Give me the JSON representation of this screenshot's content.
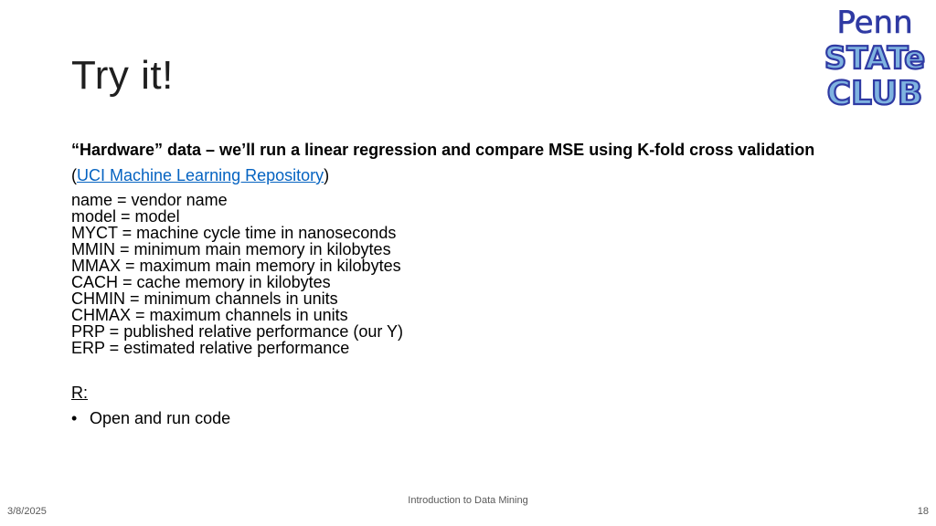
{
  "slide": {
    "title": "Try it!",
    "heading": "“Hardware” data – we’ll run a linear regression and compare MSE using K-fold cross validation",
    "source_open": "(",
    "source_link": "UCI Machine Learning Repository",
    "source_close": ")",
    "variables": [
      "name = vendor name",
      "model = model",
      "MYCT = machine cycle time in nanoseconds",
      "MMIN = minimum main memory in kilobytes",
      "MMAX = maximum main memory in kilobytes",
      "CACH = cache memory in kilobytes",
      "CHMIN = minimum channels in units",
      "CHMAX = maximum channels in units",
      "PRP = published relative performance (our Y)",
      "ERP = estimated relative performance"
    ],
    "r_label": "R:",
    "bullets": [
      "Open and run code"
    ]
  },
  "logo": {
    "line1": "Penn",
    "line2": "STATe",
    "line3": "CLUB",
    "color": "#2f3aa3"
  },
  "footer": {
    "center": "Introduction to Data Mining",
    "date": "3/8/2025",
    "page": "18"
  }
}
